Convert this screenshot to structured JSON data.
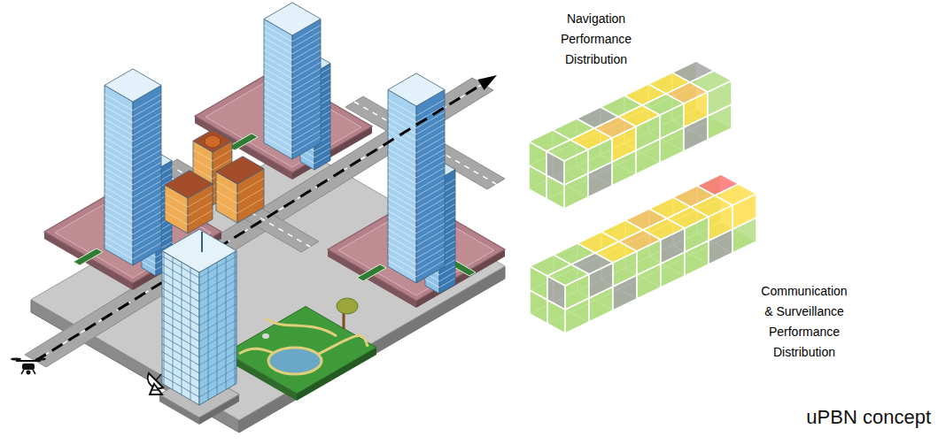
{
  "diagram": {
    "caption": "uPBN concept",
    "labels": [
      "Navigation Performance Distribution",
      "Communication & Surveillance Performance Distribution"
    ]
  }
}
